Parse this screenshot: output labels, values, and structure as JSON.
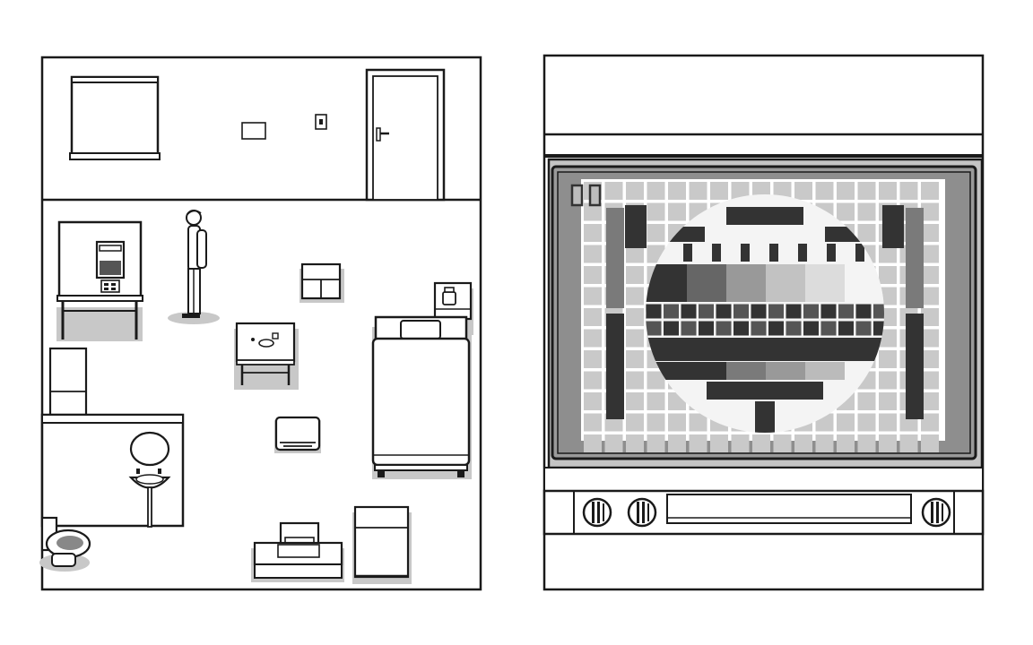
{
  "screen": {
    "name": "room-and-tv-view",
    "left_panel": "room-top-down-view",
    "right_panel": "tv-closeup-view"
  },
  "tv": {
    "channel_display": "",
    "pattern": "test-card",
    "knob_count": 3
  },
  "icons": {
    "pause": "pause-icon",
    "character": "player-character",
    "door": "door-icon",
    "bed": "bed-icon",
    "toilet": "toilet-icon",
    "sink": "sink-icon",
    "fridge": "fridge-icon",
    "tv_set": "tv-set-icon",
    "phone": "telephone-icon"
  },
  "colors": {
    "ink": "#1a1a1a",
    "shadow": "#c8c8c8",
    "tv_frame": "#c4c4c4",
    "tv_screen_bg": "#9a9a9a",
    "card_grid": "#c9c9c9",
    "card_dark": "#333333",
    "card_mid": "#7a7a7a",
    "card_light": "#bdbdbd",
    "card_white": "#f4f4f4"
  }
}
